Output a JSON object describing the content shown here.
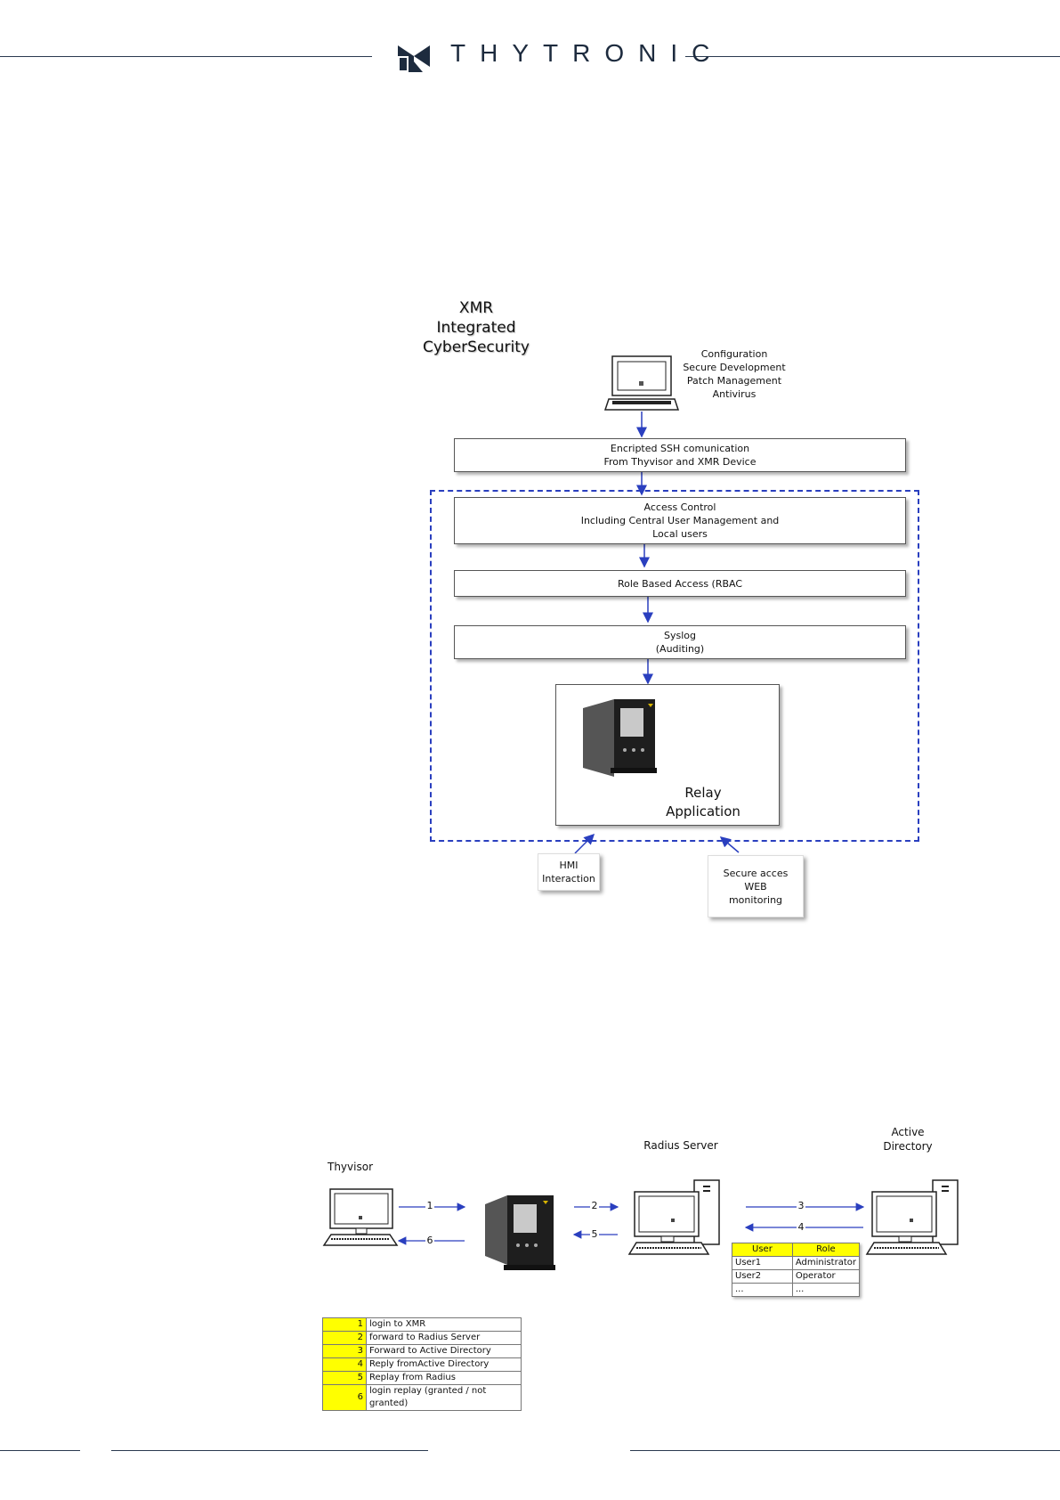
{
  "header": {
    "brand": "THYTRONIC"
  },
  "diagram1": {
    "title": [
      "XMR",
      "Integrated",
      "CyberSecurity"
    ],
    "laptop_notes": [
      "Configuration",
      "Secure Development",
      "Patch Management",
      "Antivirus"
    ],
    "box_ssh": [
      "Encripted SSH comunication",
      "From Thyvisor and XMR Device"
    ],
    "box_access": [
      "Access Control",
      "Including Central User Management and",
      "Local users"
    ],
    "box_rbac": "Role Based Access (RBAC",
    "box_syslog": [
      "Syslog",
      "(Auditing)"
    ],
    "relay_caption": [
      "Relay",
      "Application"
    ],
    "note_hmi": [
      "HMI",
      "Interaction"
    ],
    "note_web": [
      "Secure acces",
      "WEB",
      "monitoring"
    ]
  },
  "diagram2": {
    "label_thyvisor": "Thyvisor",
    "label_radius": "Radius Server",
    "label_ad": [
      "Active",
      "Directory"
    ],
    "arrow_numbers": [
      "1",
      "6",
      "2",
      "5",
      "3",
      "4"
    ],
    "user_table": {
      "headers": [
        "User",
        "Role"
      ],
      "rows": [
        [
          "User1",
          "Administrator"
        ],
        [
          "User2",
          "Operator"
        ],
        [
          "...",
          "..."
        ]
      ]
    },
    "steps": [
      {
        "n": "1",
        "text": "login to XMR"
      },
      {
        "n": "2",
        "text": "forward to Radius Server"
      },
      {
        "n": "3",
        "text": "Forward to Active Directory"
      },
      {
        "n": "4",
        "text": "Reply fromActive Directory"
      },
      {
        "n": "5",
        "text": "Replay from Radius"
      },
      {
        "n": "6",
        "text": "login replay (granted / not granted)"
      }
    ]
  },
  "colors": {
    "accent_blue": "#2a3fbf",
    "rule": "#2a3a4f",
    "highlight": "#ffff00"
  }
}
